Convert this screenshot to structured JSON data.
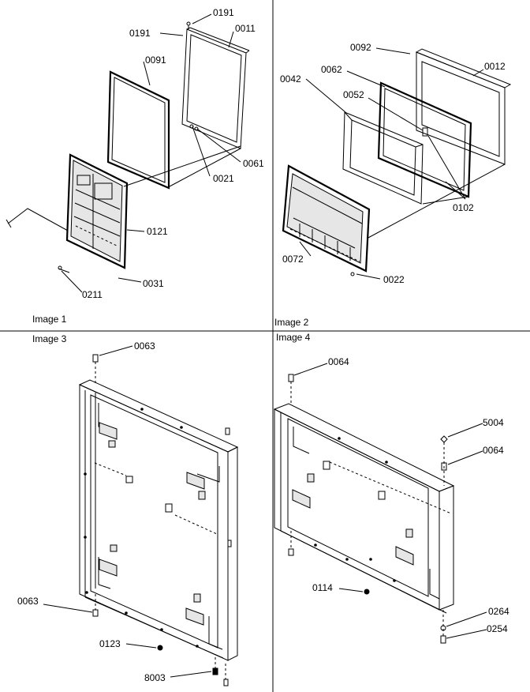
{
  "panels": [
    {
      "id": "p1",
      "title": "Image 1",
      "labels": [
        "0191",
        "0191",
        "0011",
        "0091",
        "0061",
        "0021",
        "0121",
        "0031",
        "0211"
      ]
    },
    {
      "id": "p2",
      "title": "Image 2",
      "labels": [
        "0092",
        "0012",
        "0042",
        "0062",
        "0052",
        "0102",
        "0072",
        "0022"
      ]
    },
    {
      "id": "p3",
      "title": "Image 3",
      "labels": [
        "0063",
        "0063",
        "0123",
        "8003"
      ]
    },
    {
      "id": "p4",
      "title": "Image 4",
      "labels": [
        "0064",
        "5004",
        "0064",
        "0114",
        "0264",
        "0254"
      ]
    }
  ]
}
